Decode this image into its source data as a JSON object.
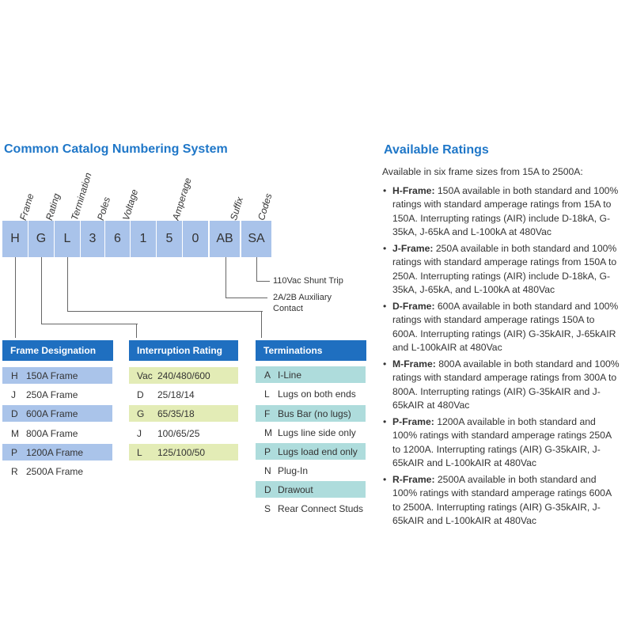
{
  "catalog": {
    "title": "Common Catalog Numbering System",
    "field_labels": [
      "Frame",
      "Rating",
      "Termination",
      "Poles",
      "Voltage",
      "Amperage",
      "Suffix",
      "Codes"
    ],
    "code_boxes": [
      "H",
      "G",
      "L",
      "3",
      "6",
      "1",
      "5",
      "0",
      "AB",
      "SA"
    ],
    "notes": {
      "shunt": "110Vac Shunt Trip",
      "aux_line1": "2A/2B Auxiliary",
      "aux_line2": "Contact"
    }
  },
  "frame_designation": {
    "title": "Frame Designation",
    "rows": [
      {
        "code": "H",
        "label": "150A Frame",
        "highlight": true
      },
      {
        "code": "J",
        "label": "250A Frame",
        "highlight": false
      },
      {
        "code": "D",
        "label": "600A Frame",
        "highlight": true
      },
      {
        "code": "M",
        "label": "800A Frame",
        "highlight": false
      },
      {
        "code": "P",
        "label": "1200A Frame",
        "highlight": true
      },
      {
        "code": "R",
        "label": "2500A Frame",
        "highlight": false
      }
    ]
  },
  "interruption_rating": {
    "title": "Interruption Rating",
    "rows": [
      {
        "code": "Vac",
        "label": "240/480/600",
        "highlight": true
      },
      {
        "code": "D",
        "label": "25/18/14",
        "highlight": false
      },
      {
        "code": "G",
        "label": "65/35/18",
        "highlight": true
      },
      {
        "code": "J",
        "label": "100/65/25",
        "highlight": false
      },
      {
        "code": "L",
        "label": "125/100/50",
        "highlight": true
      }
    ]
  },
  "terminations": {
    "title": "Terminations",
    "rows": [
      {
        "code": "A",
        "label": "I-Line",
        "highlight": true
      },
      {
        "code": "L",
        "label": "Lugs on both ends",
        "highlight": false
      },
      {
        "code": "F",
        "label": "Bus Bar (no lugs)",
        "highlight": true
      },
      {
        "code": "M",
        "label": "Lugs line side only",
        "highlight": false
      },
      {
        "code": "P",
        "label": "Lugs load end only",
        "highlight": true
      },
      {
        "code": "N",
        "label": "Plug-In",
        "highlight": false
      },
      {
        "code": "D",
        "label": "Drawout",
        "highlight": true
      },
      {
        "code": "S",
        "label": "Rear Connect Studs",
        "highlight": false
      }
    ]
  },
  "ratings": {
    "title": "Available Ratings",
    "intro": "Available in six frame sizes from 15A to 2500A:",
    "bullet": "•",
    "items": [
      {
        "name": "H-Frame:",
        "text": "150A available in both standard and 100% ratings with standard amperage ratings from 15A to 150A. Interrupting ratings (AIR) include D-18kA, G-35kA, J-65kA and L-100kA at 480Vac"
      },
      {
        "name": "J-Frame:",
        "text": "250A available in both standard and 100% ratings with standard amperage ratings from 150A to 250A. Interrupting ratings (AIR) include D-18kA, G-35kA, J-65kA, and L-100kA at 480Vac"
      },
      {
        "name": "D-Frame:",
        "text": "600A available in both standard and 100% ratings with standard amperage ratings 150A to 600A. Interrupting ratings (AIR) G-35kAIR, J-65kAIR and L-100kAIR at 480Vac"
      },
      {
        "name": "M-Frame:",
        "text": "800A available in both standard and 100% ratings with standard amperage ratings from 300A to 800A. Interrupting ratings (AIR) G-35kAIR and J-65kAIR at 480Vac"
      },
      {
        "name": "P-Frame:",
        "text": "1200A available in both standard and 100% ratings with standard amperage ratings 250A to 1200A. Interrupting ratings (AIR) G-35kAIR, J-65kAIR and L-100kAIR at 480Vac"
      },
      {
        "name": "R-Frame:",
        "text": "2500A available in both standard and 100% ratings with standard amperage ratings 600A to 2500A. Interrupting ratings (AIR) G-35kAIR, J-65kAIR and L-100kAIR at 480Vac"
      }
    ]
  }
}
